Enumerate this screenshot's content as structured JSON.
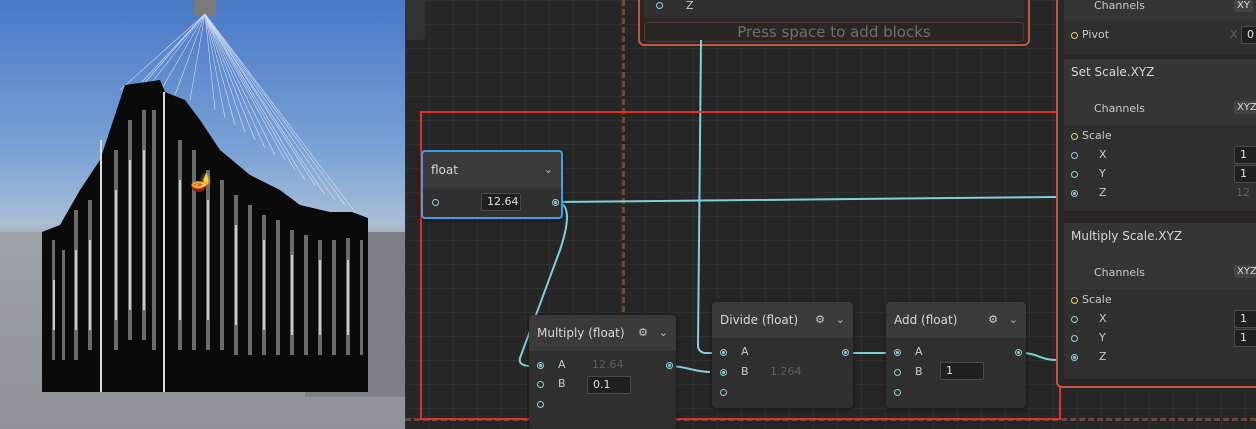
{
  "context": {
    "z_label": "Z",
    "placeholder": "Press space to add blocks"
  },
  "float_node": {
    "title": "float",
    "value": "12.64"
  },
  "multiply_node": {
    "title": "Multiply (float)",
    "a_label": "A",
    "a_value": "12.64",
    "b_label": "B",
    "b_value": "0.1"
  },
  "divide_node": {
    "title": "Divide (float)",
    "a_label": "A",
    "a_value": "",
    "b_label": "B",
    "b_value": "1.264"
  },
  "add_node": {
    "title": "Add (float)",
    "a_label": "A",
    "a_value": "",
    "b_label": "B",
    "b_value": "1"
  },
  "right_panel": {
    "top_channels_label": "Channels",
    "top_channels_value": "XY",
    "pivot_label": "Pivot",
    "pivot_x_label": "X",
    "pivot_value": "0",
    "set_scale": {
      "title": "Set Scale.XYZ",
      "channels_label": "Channels",
      "channels_value": "XYZ",
      "scale_label": "Scale",
      "x_label": "X",
      "x_value": "1",
      "y_label": "Y",
      "y_value": "1",
      "z_label": "Z",
      "z_value": "12"
    },
    "multiply_scale": {
      "title": "Multiply Scale.XYZ",
      "channels_label": "Channels",
      "channels_value": "XYZ",
      "scale_label": "Scale",
      "x_label": "X",
      "x_value": "1",
      "y_label": "Y",
      "y_value": "1",
      "z_label": "Z",
      "z_value": ""
    }
  },
  "colors": {
    "highlight_red": "#e0302a",
    "context_orange": "#c0573a",
    "edge_cyan": "#7fd0dc",
    "selected_blue": "#3ba0e6"
  },
  "icons": [
    "gear-icon",
    "chevron-down-icon",
    "genie-lamp-icon"
  ]
}
